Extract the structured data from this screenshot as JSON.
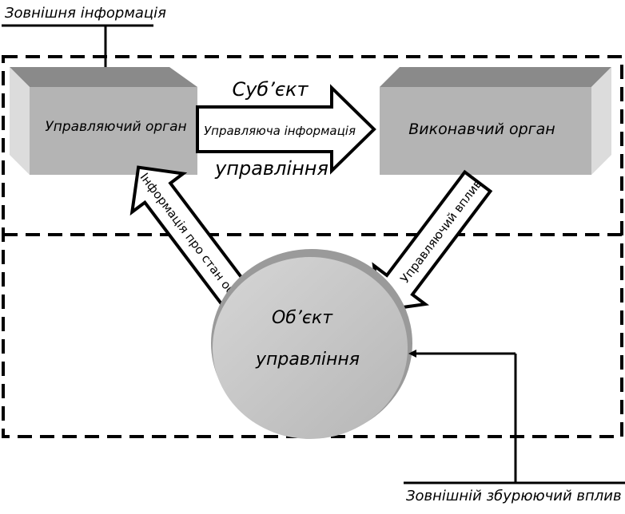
{
  "external_info": "Зовнішня інформація",
  "control_organ": "Управляючий орган",
  "executive_organ": "Виконавчий орган",
  "subject_word1": "Суб’єкт",
  "subject_word2": "управління",
  "control_info": "Управляюча інформація",
  "control_influence": "Управляючий вплив",
  "object_state_info": "Інформація про стан об’єкта",
  "object_word1": "Об’єкт",
  "object_word2": "управління",
  "external_disturbance": "Зовнішній збурюючий вплив",
  "colors": {
    "box_front": "#b4b4b4",
    "box_top": "#8a8a8a",
    "box_side": "#dcdcdc",
    "ellipse_fill": "#c4c4c4",
    "ellipse_rim": "#9a9a9a"
  }
}
